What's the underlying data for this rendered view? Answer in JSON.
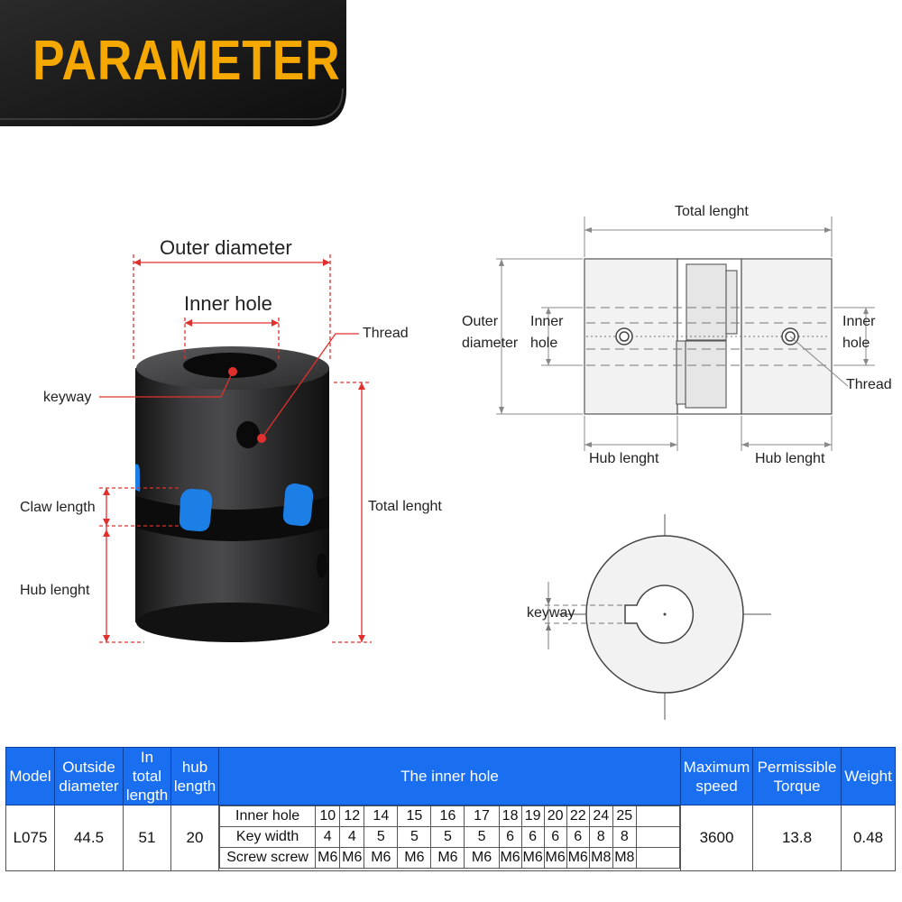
{
  "banner": {
    "title": "PARAMETER",
    "text_color": "#f5a800",
    "bg_color": "#141414"
  },
  "photo": {
    "labels": {
      "outer_diameter": "Outer diameter",
      "inner_hole": "Inner hole",
      "thread": "Thread",
      "keyway": "keyway",
      "claw_length": "Claw length",
      "total_length": "Total lenght",
      "hub_length": "Hub lenght"
    },
    "insert_color": "#1c7fe6"
  },
  "side_view": {
    "labels": {
      "total_length": "Total lenght",
      "outer_line1": "Outer",
      "outer_line2": "diameter",
      "inner_left_line1": "Inner",
      "inner_left_line2": "hole",
      "inner_right_line1": "Inner",
      "inner_right_line2": "hole",
      "thread": "Thread",
      "hub_left": "Hub lenght",
      "hub_right": "Hub lenght"
    }
  },
  "end_view": {
    "labels": {
      "keyway": "keyway"
    }
  },
  "table": {
    "header_color": "#1a6ef0",
    "headers": {
      "model": "Model",
      "outside_diameter": "Outside diameter",
      "total_length": "In total length",
      "hub_length": "hub length",
      "inner_hole": "The inner hole",
      "max_speed": "Maximum speed",
      "torque": "Permissible Torque",
      "weight": "Weight"
    },
    "row": {
      "model": "L075",
      "outside_diameter": "44.5",
      "total_length": "51",
      "hub_length": "20",
      "max_speed": "3600",
      "torque": "13.8",
      "weight": "0.48"
    },
    "inner_rows": [
      {
        "label": "Inner hole",
        "values": [
          "10",
          "12",
          "14",
          "15",
          "16",
          "17",
          "18",
          "19",
          "20",
          "22",
          "24",
          "25",
          ""
        ]
      },
      {
        "label": "Key width",
        "values": [
          "4",
          "4",
          "5",
          "5",
          "5",
          "5",
          "6",
          "6",
          "6",
          "6",
          "8",
          "8",
          ""
        ]
      },
      {
        "label": "Screw screw",
        "values": [
          "M6",
          "M6",
          "M6",
          "M6",
          "M6",
          "M6",
          "M6",
          "M6",
          "M6",
          "M6",
          "M8",
          "M8",
          ""
        ]
      }
    ]
  }
}
